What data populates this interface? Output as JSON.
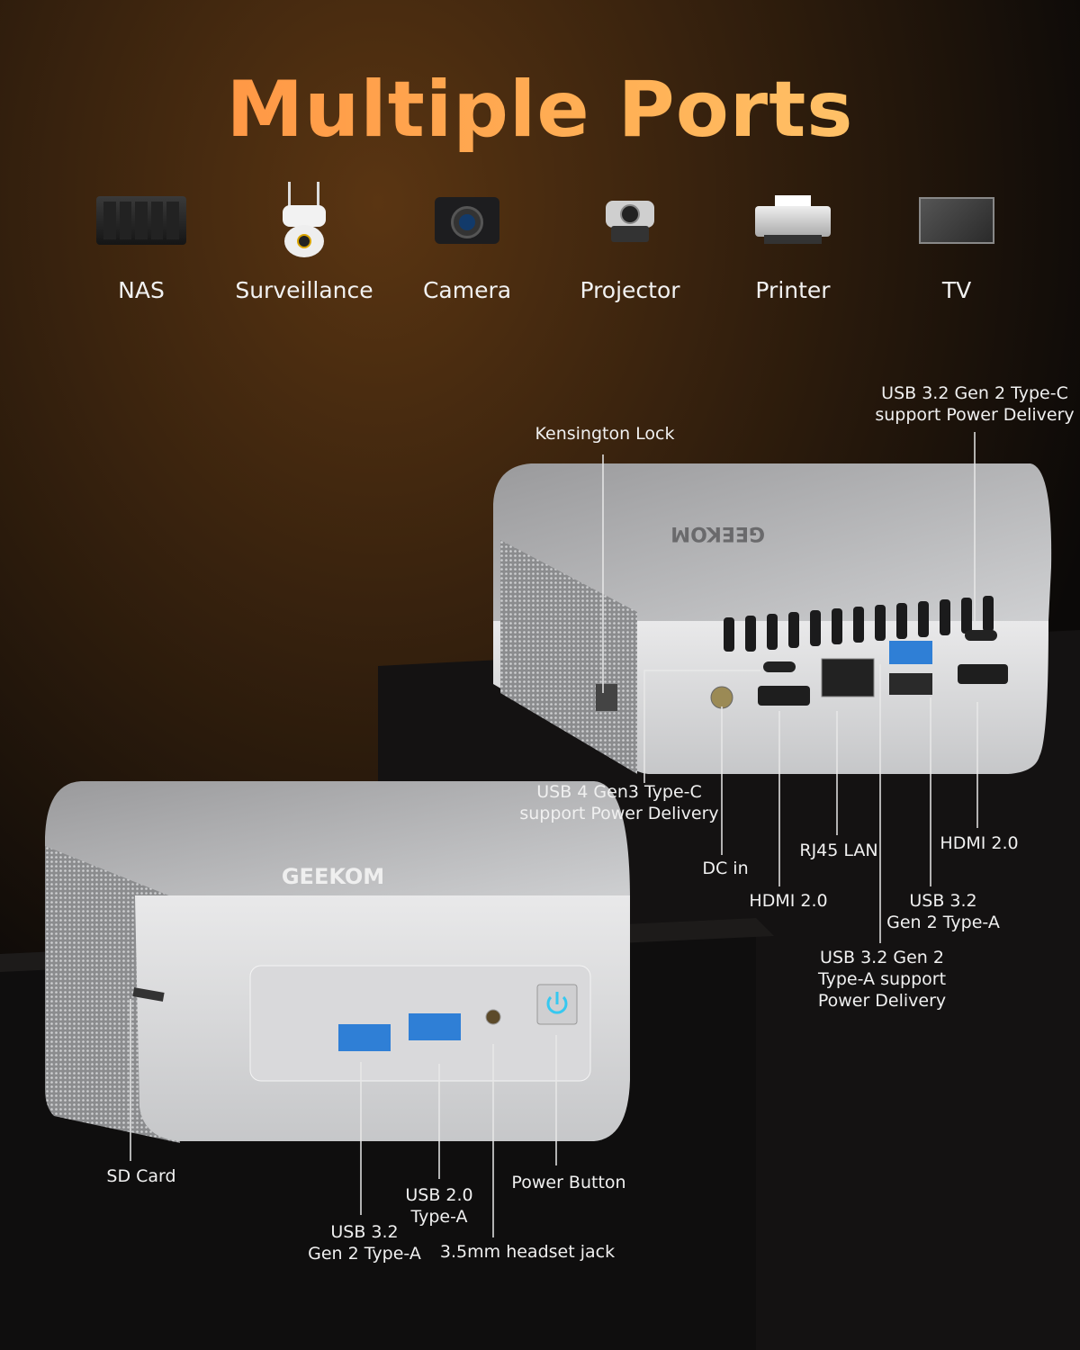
{
  "title": "Multiple Ports",
  "devices": [
    {
      "label": "NAS",
      "icon": "nas-icon"
    },
    {
      "label": "Surveillance",
      "icon": "camera-cctv-icon"
    },
    {
      "label": "Camera",
      "icon": "dslr-camera-icon"
    },
    {
      "label": "Projector",
      "icon": "projector-icon"
    },
    {
      "label": "Printer",
      "icon": "printer-icon"
    },
    {
      "label": "TV",
      "icon": "tv-icon"
    }
  ],
  "brand": "GEEKOM",
  "back_ports": {
    "kensington": "Kensington Lock",
    "usbc_top_1": "USB 3.2 Gen 2 Type-C",
    "usbc_top_2": "support Power Delivery",
    "usb4_1": "USB 4 Gen3 Type-C",
    "usb4_2": "support Power Delivery",
    "dc": "DC in",
    "hdmi_left": "HDMI 2.0",
    "rj45": "RJ45 LAN",
    "hdmi_right": "HDMI 2.0",
    "usba_1": "USB 3.2",
    "usba_2": "Gen 2 Type-A",
    "usba_pd_1": "USB 3.2 Gen 2",
    "usba_pd_2": "Type-A support",
    "usba_pd_3": "Power Delivery"
  },
  "front_ports": {
    "sd": "SD Card",
    "usb32_1": "USB 3.2",
    "usb32_2": "Gen 2 Type-A",
    "usb20_1": "USB 2.0",
    "usb20_2": "Type-A",
    "jack": "3.5mm headset jack",
    "power": "Power Button"
  },
  "colors": {
    "title_start": "#ff8a3c",
    "title_end": "#ffd27a",
    "usb_blue": "#2f7fd6",
    "power_glow": "#36c8f0"
  }
}
